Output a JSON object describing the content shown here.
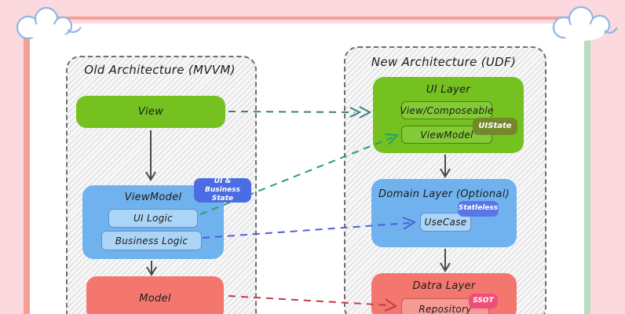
{
  "diagram": {
    "old": {
      "title": "Old Architecture (MVVM)",
      "view": "View",
      "viewmodel_title": "ViewModel",
      "ui_logic": "UI Logic",
      "business_logic": "Business Logic",
      "state_badge": "UI & Business State",
      "model": "Model"
    },
    "new": {
      "title": "New Architecture (UDF)",
      "ui_layer_title": "UI Layer",
      "view_composeable": "View/Composeable",
      "viewmodel": "ViewModel",
      "uistate_badge": "UIState",
      "domain_title": "Domain Layer (Optional)",
      "usecase": "UseCase",
      "stateless_badge": "Statleless",
      "data_title": "Datra Layer",
      "repository": "Repository",
      "ssot_badge": "SSOT"
    }
  },
  "colors": {
    "background_pink": "#fbd9de",
    "frame_salmon": "#f5a096",
    "frame_green": "#b8dcc2",
    "cloud_outline": "#8fb7e6",
    "box_green": "#74c120",
    "box_blue": "#70b2ee",
    "box_red": "#f3776f",
    "badge_blue": "#4b6ce2",
    "badge_olive": "#73882b",
    "badge_pink": "#ee4f78",
    "arrow_teal": "#3a8078",
    "arrow_green": "#26a067",
    "arrow_indigo": "#4d5fd8",
    "arrow_red": "#c23b44",
    "arrow_gray": "#4a4a4a"
  }
}
